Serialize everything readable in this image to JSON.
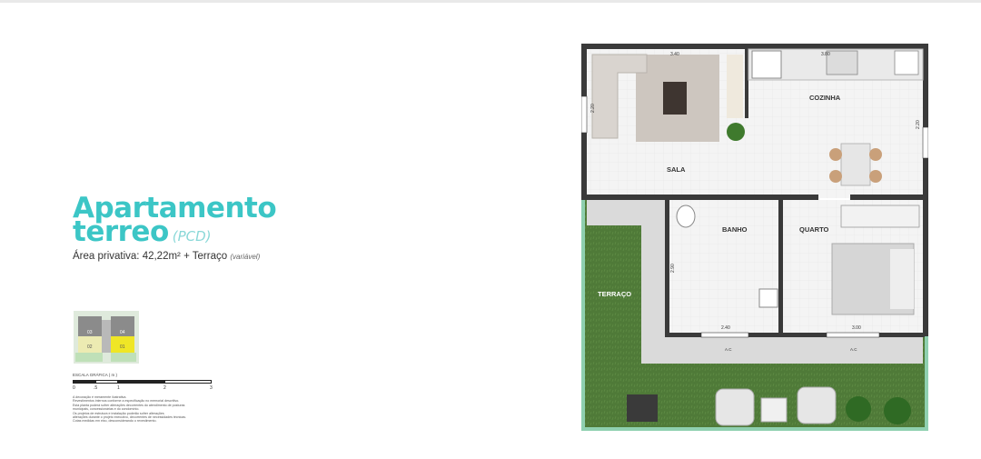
{
  "title": {
    "line1": "Apartamento",
    "line2": "terreo",
    "pcd": "(PCD)"
  },
  "area": {
    "text": "Área privativa: 42,22m² + Terraço",
    "note": "(variável)"
  },
  "keymap": {
    "units": [
      "03",
      "04",
      "02",
      "01"
    ]
  },
  "scale": {
    "label": "ESCALA GRÁFICA ( m )",
    "ticks": [
      "0",
      ".5",
      "1",
      "2",
      "3"
    ]
  },
  "notes": [
    "A decoração é meramente ilustrativa.",
    "Revestimentos internos conforme a especificação no memorial descritivo.",
    "Esta planta poderá sofrer alterações decorrentes do atendimento de posturas",
    "municipais, concessionárias e do condomínio.",
    "Os projetos de estrutura e instalação poderão sofrer alterações",
    "alterações durante o projeto executivo, decorrentes de necessidades técnicas.",
    "Cotas medidas em eixo, desconsiderando o revestimento."
  ],
  "plan": {
    "rooms": {
      "sala": "SALA",
      "cozinha": "COZINHA",
      "banho": "BANHO",
      "quarto": "QUARTO",
      "terraco": "TERRAÇO"
    },
    "dims": {
      "sala_w": "3.40",
      "kitchen_w": "3.80",
      "sala_h": "2.20",
      "right_h": "2.20",
      "banho_h": "2.90",
      "banho_w": "2.40",
      "quarto_w": "3.00",
      "ac1": "A.C",
      "ac2": "A.C"
    }
  },
  "colors": {
    "accent": "#3cc6c6",
    "wall": "#3a3a3a",
    "floor": "#f3f3f3",
    "lawn": "#4f7a38",
    "paving": "#d9d9d9"
  }
}
